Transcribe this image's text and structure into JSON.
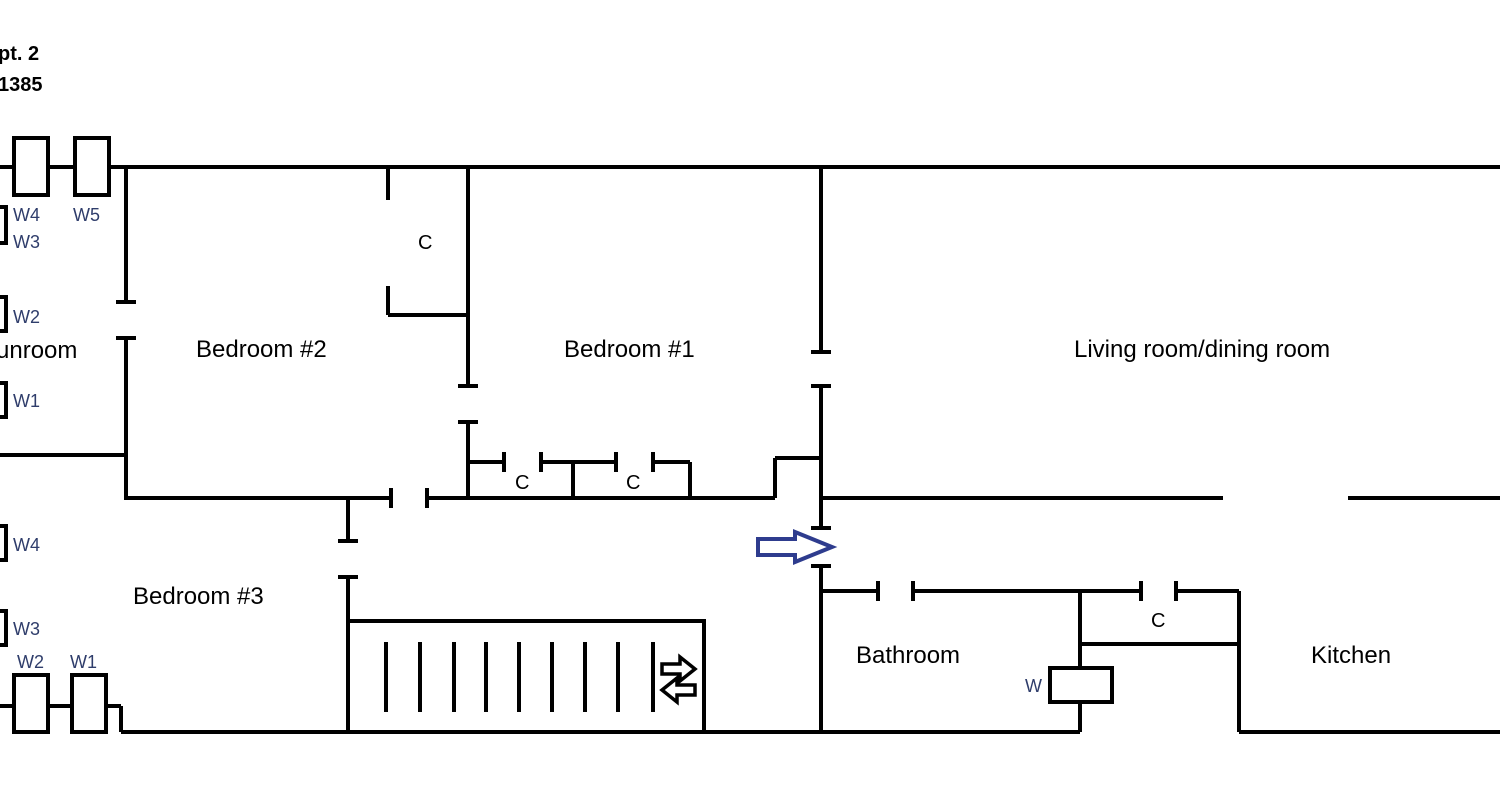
{
  "header": {
    "line1": "pt. 2",
    "line2": "1385"
  },
  "rooms": {
    "sunroom": "unroom",
    "bedroom2": "Bedroom #2",
    "bedroom1": "Bedroom #1",
    "living": "Living room/dining room",
    "bedroom3": "Bedroom #3",
    "bathroom": "Bathroom",
    "kitchen": "Kitchen"
  },
  "closets": {
    "c1": "C",
    "c2": "C",
    "c3": "C",
    "c4": "C"
  },
  "windows": {
    "top_w4": "W4",
    "top_w5": "W5",
    "top_w3": "W3",
    "top_w2": "W2",
    "top_w1": "W1",
    "bot_w4": "W4",
    "bot_w3": "W3",
    "bot_w2": "W2",
    "bot_w1": "W1",
    "bath_w": "W"
  },
  "colors": {
    "wall": "#000000",
    "window_label": "#2f3d6b",
    "entry_arrow": "#2e3c8e"
  },
  "icons": {
    "entry": "entry-arrow-icon",
    "stairs_direction": "up-down-arrow-icon"
  }
}
